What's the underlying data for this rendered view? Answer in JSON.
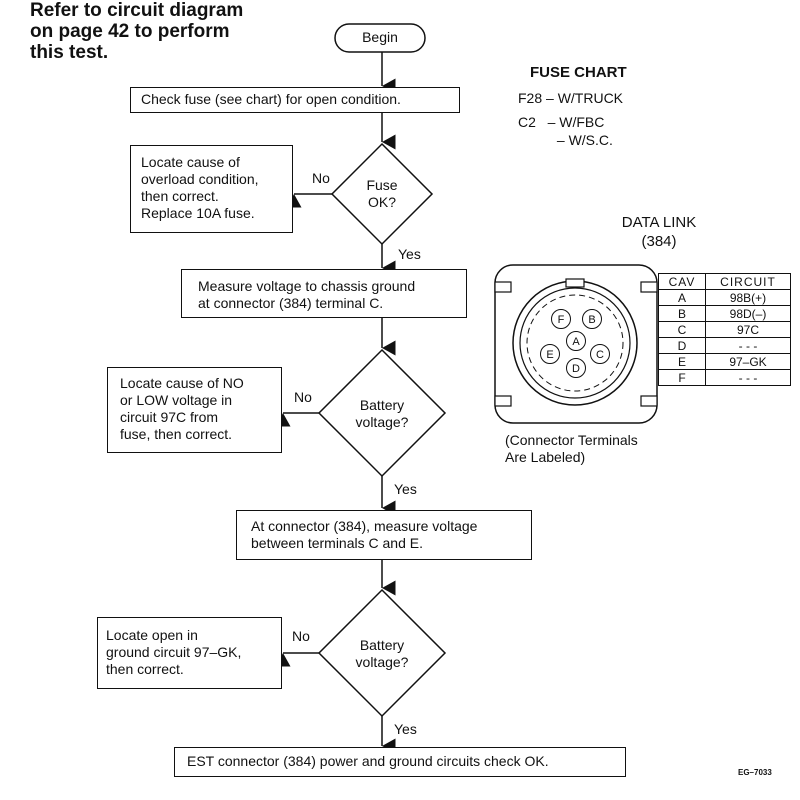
{
  "note": "Refer to circuit diagram\non page 42 to perform\nthis test.",
  "flow": {
    "begin": "Begin",
    "step1": "Check fuse (see chart) for open condition.",
    "decision1": "Fuse\nOK?",
    "no1_box": "Locate cause of\noverload condition,\nthen correct.\nReplace 10A fuse.",
    "step2": "Measure voltage to chassis ground\nat connector (384) terminal C.",
    "decision2": "Battery\nvoltage?",
    "no2_box": "Locate cause of NO\nor LOW voltage in\ncircuit 97C from\nfuse, then correct.",
    "step3": "At connector (384), measure voltage\nbetween terminals C and E.",
    "decision3": "Battery\nvoltage?",
    "no3_box": "Locate open in\nground circuit 97–GK,\nthen correct.",
    "end": "EST connector (384) power and ground circuits check OK.",
    "yes": "Yes",
    "no": "No"
  },
  "fuse_chart": {
    "title": "FUSE CHART",
    "rows": [
      "F28 – W/TRUCK",
      "C2   – W/FBC",
      "          – W/S.C."
    ]
  },
  "data_link": {
    "title": "DATA LINK\n(384)",
    "headers": [
      "CAV",
      "CIRCUIT"
    ],
    "rows": [
      [
        "A",
        "98B(+)"
      ],
      [
        "B",
        "98D(–)"
      ],
      [
        "C",
        "97C"
      ],
      [
        "D",
        "- - -"
      ],
      [
        "E",
        "97–GK"
      ],
      [
        "F",
        "- - -"
      ]
    ],
    "pins": [
      "F",
      "B",
      "A",
      "E",
      "C",
      "D"
    ],
    "caption": "(Connector Terminals\nAre Labeled)"
  },
  "figure_code": "EG–7033"
}
